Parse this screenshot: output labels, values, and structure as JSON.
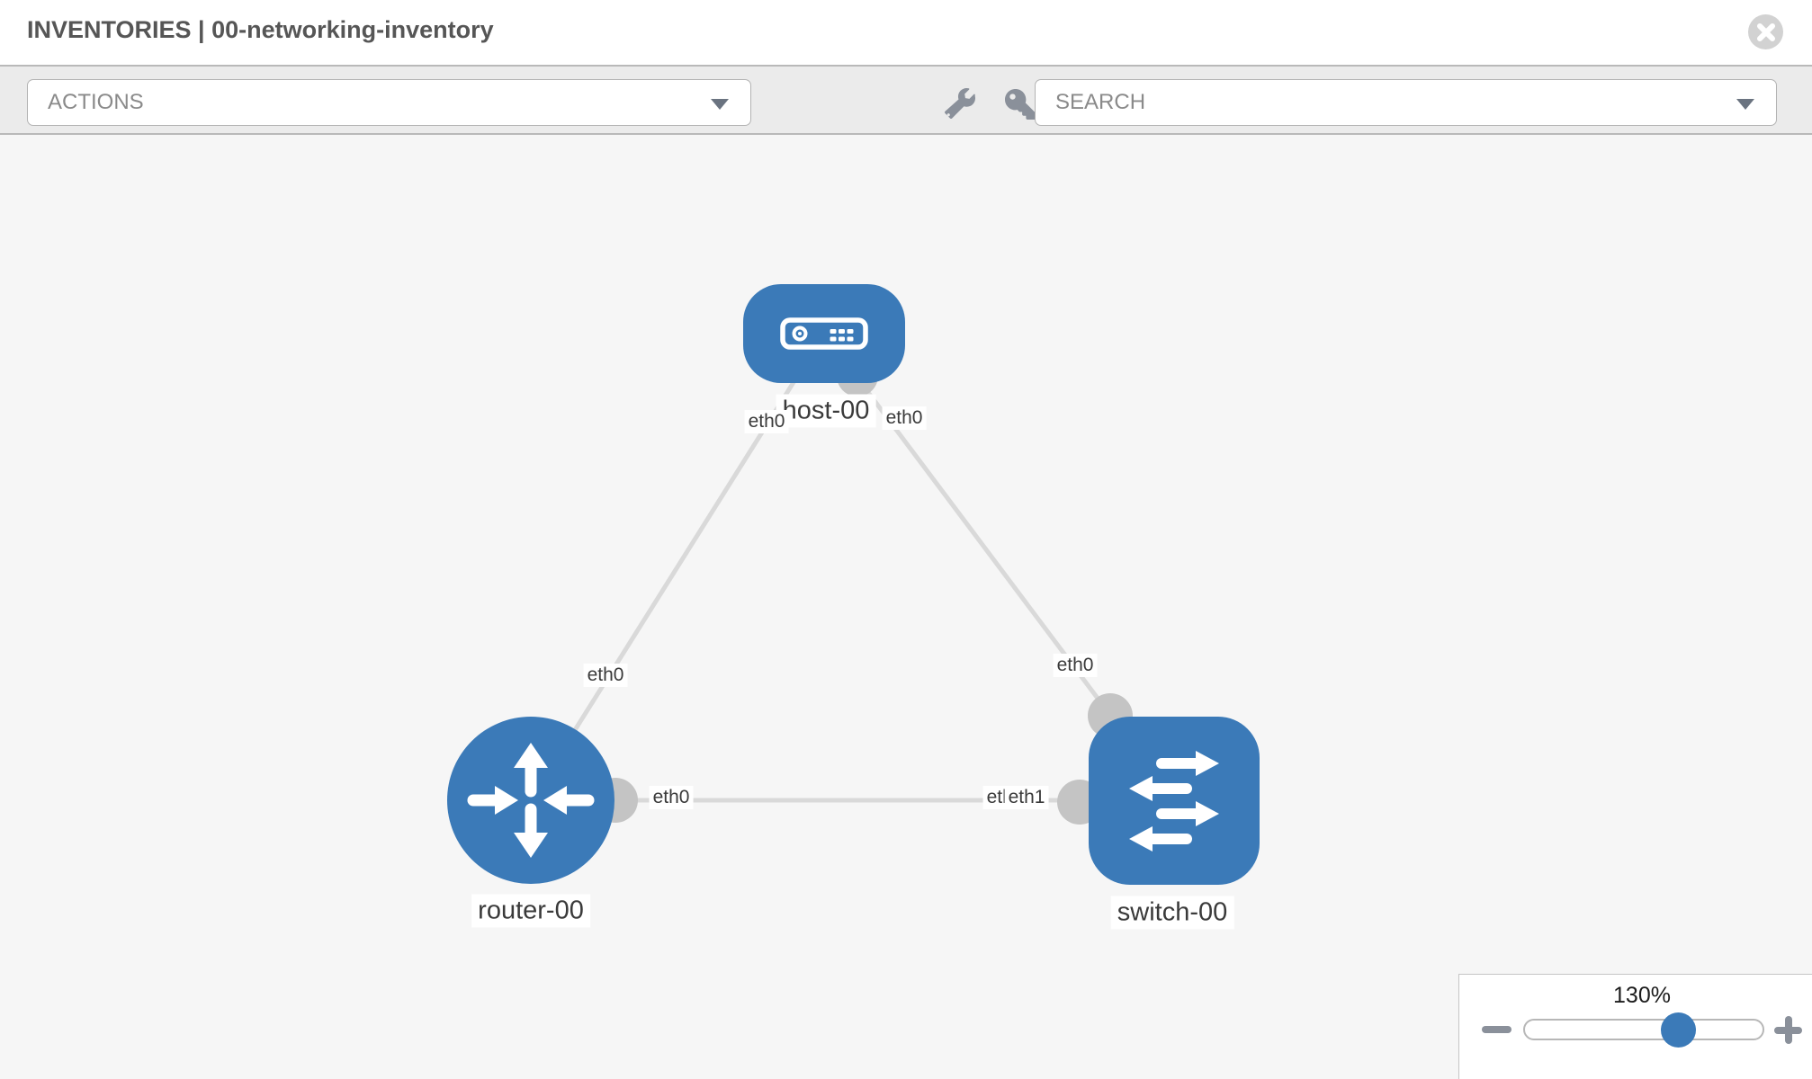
{
  "header": {
    "title": "INVENTORIES | 00-networking-inventory",
    "close_icon": "close-icon"
  },
  "toolbar": {
    "actions_label": "ACTIONS",
    "search_placeholder": "SEARCH",
    "icons": [
      "wrench-icon",
      "key-icon"
    ]
  },
  "diagram": {
    "nodes": [
      {
        "id": "host-00",
        "type": "host",
        "label": "host-00",
        "icon": "host-icon",
        "shape": "rounded-rect"
      },
      {
        "id": "router-00",
        "type": "router",
        "label": "router-00",
        "icon": "router-icon",
        "shape": "circle"
      },
      {
        "id": "switch-00",
        "type": "switch",
        "label": "switch-00",
        "icon": "switch-icon",
        "shape": "rounded-square"
      }
    ],
    "links": [
      {
        "source": "host-00",
        "source_port": "eth0",
        "target": "router-00",
        "target_port": "eth0"
      },
      {
        "source": "host-00",
        "source_port": "eth0",
        "target": "switch-00",
        "target_port": "eth0"
      },
      {
        "source": "router-00",
        "source_port": "eth0",
        "target": "switch-00",
        "target_port": "eth1"
      }
    ],
    "overlap_back_label": "eth0"
  },
  "zoom_control": {
    "level": "130%",
    "minus_icon": "minus-icon",
    "plus_icon": "plus-icon"
  },
  "colors": {
    "node_blue": "#3b7ab8",
    "link_gray": "#d9d9d9",
    "connector_gray": "#c4c4c4",
    "toolbar_bg": "#ebebeb",
    "canvas_bg": "#f6f6f6",
    "border_gray": "#b9b9b9"
  }
}
